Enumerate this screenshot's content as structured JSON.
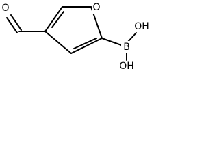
{
  "molecule": {
    "atoms": {
      "aldehyde_oxygen": "O",
      "ring_oxygen": "O",
      "boron": "B",
      "hydroxyl_top": "OH",
      "hydroxyl_bottom": "OH"
    },
    "colors": {
      "bond": "#000000",
      "label": "#000000",
      "background": "#ffffff"
    }
  }
}
